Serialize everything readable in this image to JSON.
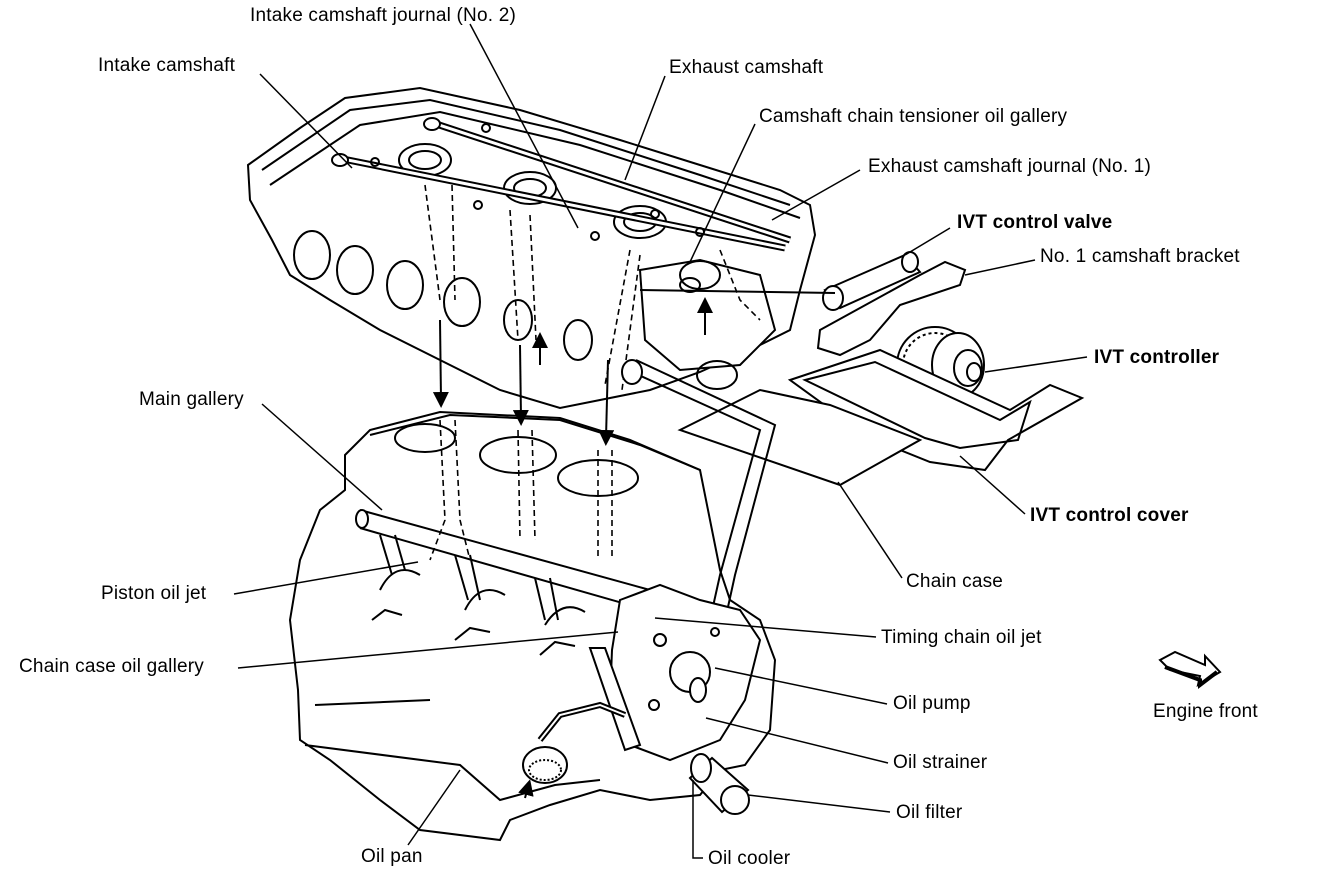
{
  "labels": {
    "intake_journal_no2": "Intake camshaft journal (No. 2)",
    "intake_camshaft": "Intake camshaft",
    "exhaust_camshaft": "Exhaust camshaft",
    "tensioner_gallery": "Camshaft chain tensioner oil gallery",
    "exhaust_journal_no1": "Exhaust camshaft journal (No. 1)",
    "ivt_control_valve": "IVT control valve",
    "no1_camshaft_bracket": "No. 1 camshaft bracket",
    "ivt_controller": "IVT controller",
    "main_gallery": "Main gallery",
    "ivt_control_cover": "IVT control cover",
    "chain_case": "Chain case",
    "piston_oil_jet": "Piston oil jet",
    "timing_chain_oil_jet": "Timing chain oil jet",
    "chain_case_oil_gallery": "Chain case oil gallery",
    "oil_pump": "Oil pump",
    "engine_front": "Engine front",
    "oil_strainer": "Oil strainer",
    "oil_filter": "Oil filter",
    "oil_pan": "Oil pan",
    "oil_cooler": "Oil cooler"
  }
}
